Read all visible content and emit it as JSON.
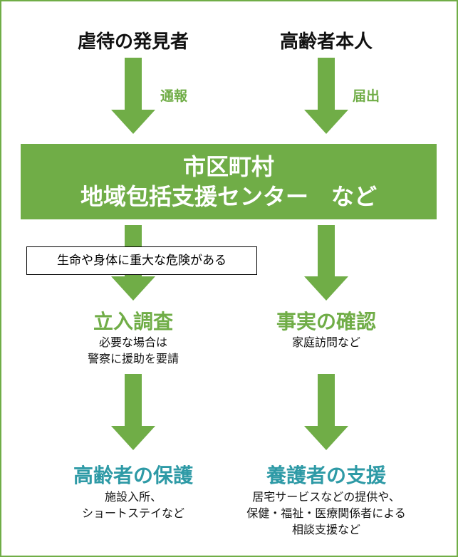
{
  "top": {
    "left_label": "虐待の発見者",
    "right_label": "高齢者本人"
  },
  "arrow_labels": {
    "left": "通報",
    "right": "届出"
  },
  "center": {
    "line1": "市区町村",
    "line2": "地域包括支援センター　など"
  },
  "condition": "生命や身体に重大な危険がある",
  "left_step": {
    "title": "立入調査",
    "sub1": "必要な場合は",
    "sub2": "警察に援助を要請"
  },
  "right_step": {
    "title": "事実の確認",
    "sub1": "家庭訪問など"
  },
  "left_result": {
    "title": "高齢者の保護",
    "sub1": "施設入所、",
    "sub2": "ショートステイなど"
  },
  "right_result": {
    "title": "養護者の支援",
    "sub1": "居宅サービスなどの提供や、",
    "sub2": "保健・福祉・医療関係者による",
    "sub3": "相談支援など"
  },
  "colors": {
    "green": "#70ad47",
    "teal": "#2e9aa6",
    "text": "#111111"
  }
}
